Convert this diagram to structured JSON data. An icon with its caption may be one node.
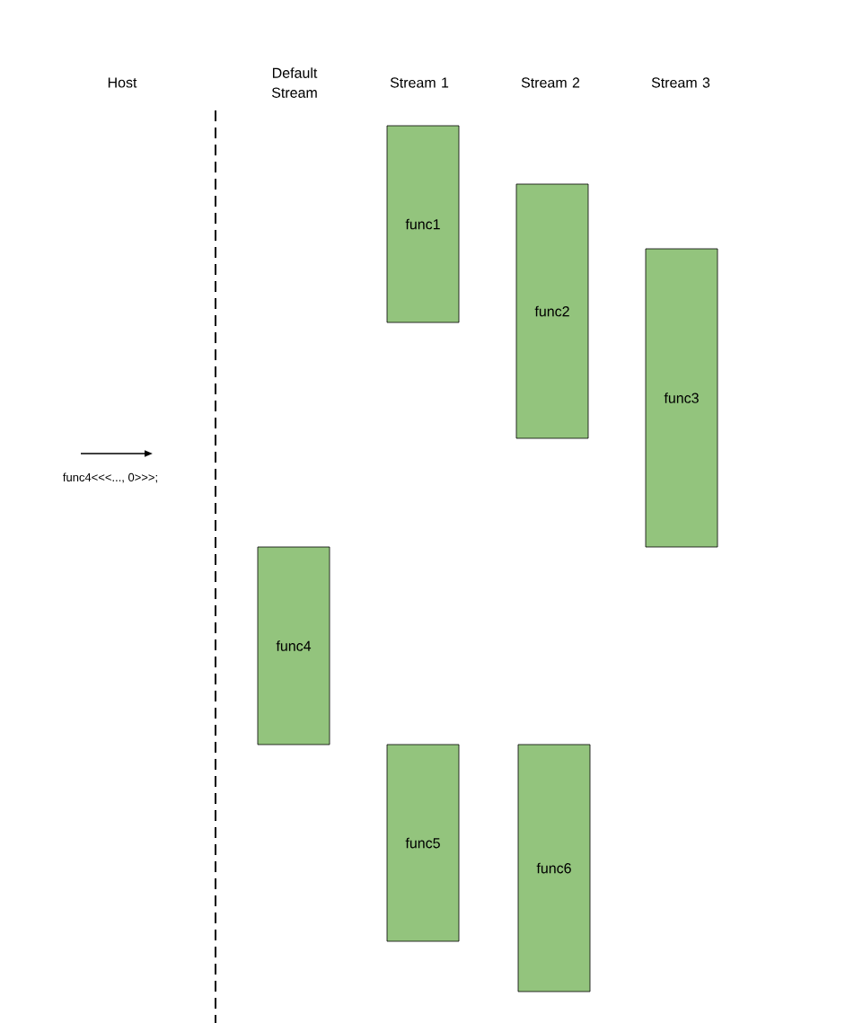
{
  "diagram": {
    "nodes": [
      {
        "text": [
          "func1"
        ]
      },
      {
        "text": [
          "func2"
        ]
      },
      {
        "text": [
          "func3"
        ]
      },
      {
        "text": [
          "func4"
        ]
      },
      {
        "text": [
          "func5"
        ]
      },
      {
        "text": [
          "func6"
        ]
      }
    ],
    "labels": [
      "Host",
      "Default Stream",
      "Stream 1",
      "Stream 2",
      "Stream 3",
      "func4<<<..., 0>>>;"
    ]
  }
}
